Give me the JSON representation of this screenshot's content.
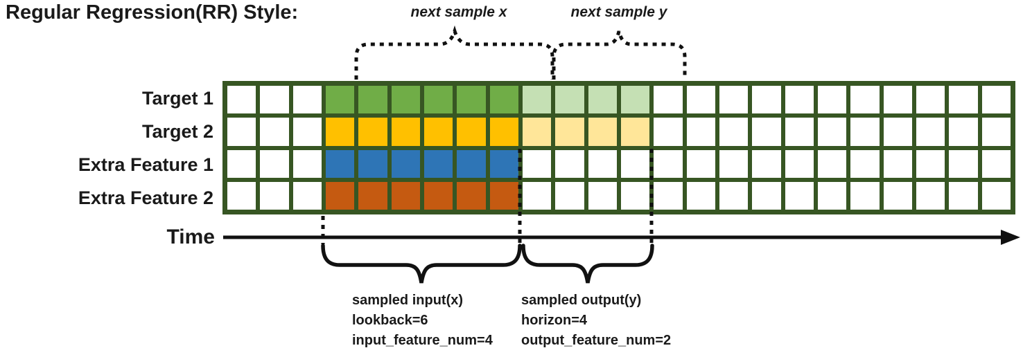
{
  "title": "Regular Regression(RR) Style:",
  "annotations": {
    "next_sample_x": "next sample x",
    "next_sample_y": "next sample y",
    "time_label": "Time",
    "input_label_lines": [
      "sampled input(x)",
      "lookback=6",
      "input_feature_num=4"
    ],
    "output_label_lines": [
      "sampled output(y)",
      "horizon=4",
      "output_feature_num=2"
    ]
  },
  "grid": {
    "total_columns": 24,
    "lead_in_columns": 3,
    "lookback": 6,
    "horizon": 4,
    "next_sample_shift": 1,
    "line_color": "#375623",
    "empty_cell_color": "#ffffff",
    "rows": [
      {
        "label": "Target 1",
        "role": "target",
        "input_color": "#70AD47",
        "output_color": "#C5E0B4"
      },
      {
        "label": "Target 2",
        "role": "target",
        "input_color": "#FFC000",
        "output_color": "#FFE699"
      },
      {
        "label": "Extra Feature 1",
        "role": "extra-feature",
        "input_color": "#2E75B6",
        "output_color": null
      },
      {
        "label": "Extra Feature 2",
        "role": "extra-feature",
        "input_color": "#C55A11",
        "output_color": null
      }
    ]
  }
}
